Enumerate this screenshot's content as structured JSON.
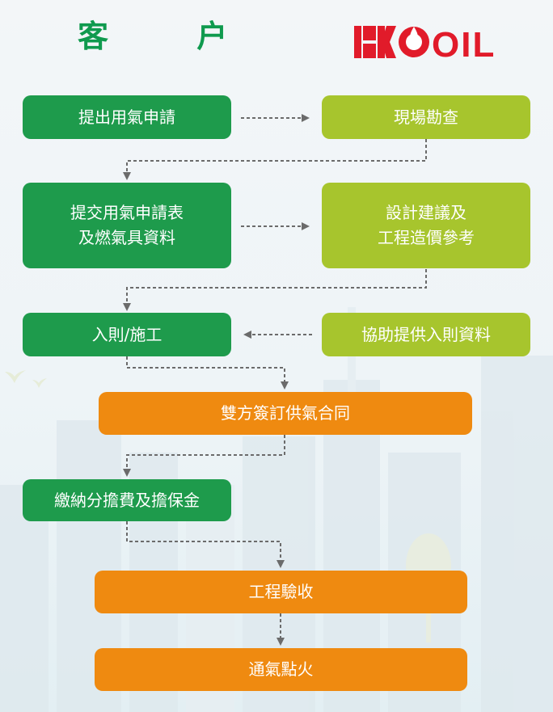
{
  "header": {
    "customer_label": "客 户",
    "logo_text": "OIL"
  },
  "colors": {
    "green": "#1e9b4c",
    "lime": "#a7c52d",
    "orange": "#ef8a10",
    "logo_red": "#e11b2a"
  },
  "steps": {
    "apply": "提出用氣申請",
    "survey": "現場勘查",
    "submit_line1": "提交用氣申請表",
    "submit_line2": "及燃氣具資料",
    "design_line1": "設計建議及",
    "design_line2": "工程造價參考",
    "construct": "入則/施工",
    "assist": "協助提供入則資料",
    "contract": "雙方簽訂供氣合同",
    "pay": "繳納分擔費及擔保金",
    "acceptance": "工程驗收",
    "ignite": "通氣點火"
  }
}
